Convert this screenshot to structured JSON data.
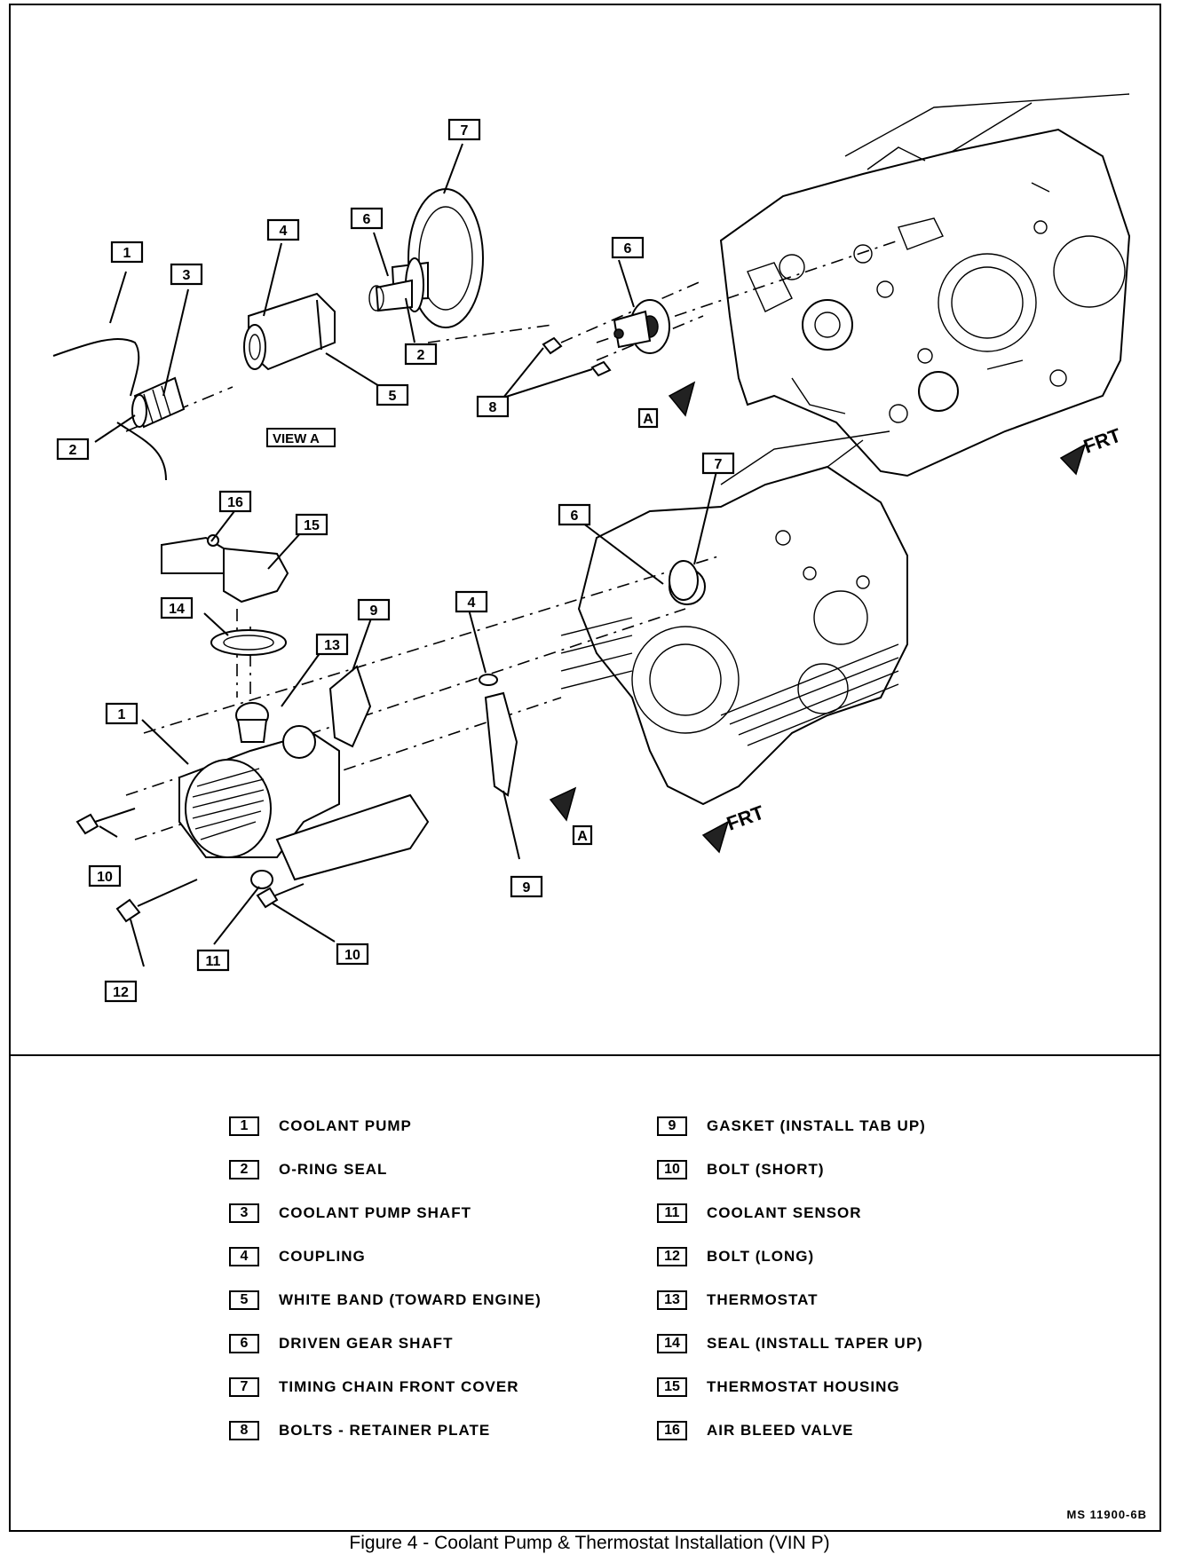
{
  "callouts": {
    "top_1": "1",
    "top_3": "3",
    "top_4": "4",
    "top_6a": "6",
    "top_7": "7",
    "top_2a": "2",
    "top_5": "5",
    "top_2b": "2",
    "top_6b": "6",
    "top_8": "8",
    "bot_16": "16",
    "bot_15": "15",
    "bot_14": "14",
    "bot_9a": "9",
    "bot_13": "13",
    "bot_4": "4",
    "bot_6": "6",
    "bot_7": "7",
    "bot_1": "1",
    "bot_10a": "10",
    "bot_9b": "9",
    "bot_12": "12",
    "bot_11": "11",
    "bot_10b": "10"
  },
  "view_a_label": "VIEW A",
  "view_marker_top": "A",
  "view_marker_bottom": "A",
  "frt_top": "FRT",
  "frt_bottom": "FRT",
  "legend": {
    "left": [
      {
        "num": "1",
        "text": "COOLANT PUMP"
      },
      {
        "num": "2",
        "text": "O-RING SEAL"
      },
      {
        "num": "3",
        "text": "COOLANT PUMP SHAFT"
      },
      {
        "num": "4",
        "text": "COUPLING"
      },
      {
        "num": "5",
        "text": "WHITE BAND (TOWARD ENGINE)"
      },
      {
        "num": "6",
        "text": "DRIVEN GEAR SHAFT"
      },
      {
        "num": "7",
        "text": "TIMING CHAIN FRONT COVER"
      },
      {
        "num": "8",
        "text": "BOLTS - RETAINER PLATE"
      }
    ],
    "right": [
      {
        "num": "9",
        "text": "GASKET (INSTALL TAB UP)"
      },
      {
        "num": "10",
        "text": "BOLT (SHORT)"
      },
      {
        "num": "11",
        "text": "COOLANT SENSOR"
      },
      {
        "num": "12",
        "text": "BOLT (LONG)"
      },
      {
        "num": "13",
        "text": "THERMOSTAT"
      },
      {
        "num": "14",
        "text": "SEAL (INSTALL TAPER UP)"
      },
      {
        "num": "15",
        "text": "THERMOSTAT HOUSING"
      },
      {
        "num": "16",
        "text": "AIR BLEED VALVE"
      }
    ]
  },
  "code": "MS 11900-6B",
  "caption": "Figure 4 - Coolant Pump & Thermostat Installation (VIN P)"
}
